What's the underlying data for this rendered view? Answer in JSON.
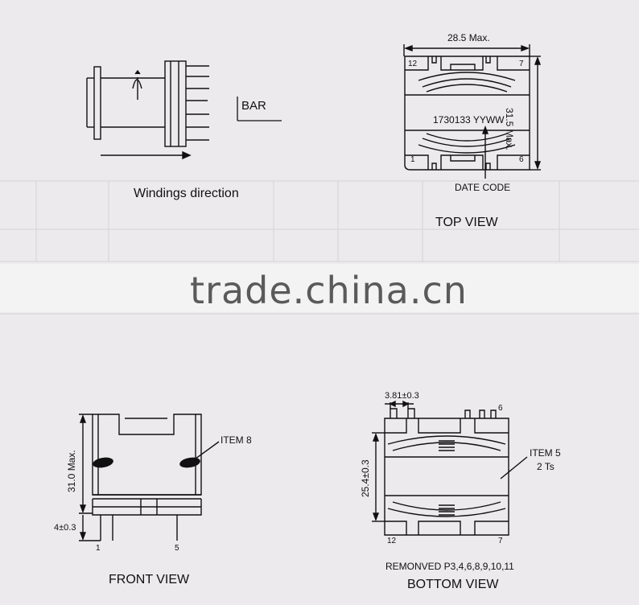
{
  "watermark": "trade.china.cn",
  "schematic": {
    "caption": "Windings direction",
    "bar_label": "BAR"
  },
  "top_view": {
    "title": "TOP VIEW",
    "width_dim": "28.5 Max.",
    "height_dim": "31.5 Max.",
    "part_code": "1730133  YYWW",
    "date_code_label": "DATE CODE",
    "pins": {
      "tl": "12",
      "tr": "7",
      "bl": "1",
      "br": "6"
    }
  },
  "front_view": {
    "title": "FRONT VIEW",
    "height_dim": "31.0 Max.",
    "pin_dim": "4±0.3",
    "item_label": "ITEM 8",
    "pins": {
      "left": "1",
      "right": "5"
    }
  },
  "bottom_view": {
    "title": "BOTTOM VIEW",
    "pitch_dim": "3.81±0.3",
    "height_dim": "25.4±0.3",
    "item_label": "ITEM 5",
    "turns_label": "2 Ts",
    "note": "REMONVED P3,4,6,8,9,10,11",
    "pins": {
      "top_right": "6",
      "bl": "12",
      "br": "7"
    }
  },
  "colors": {
    "background": "#eceaec",
    "ink": "#111111",
    "watermark": "#5a5a5a"
  }
}
